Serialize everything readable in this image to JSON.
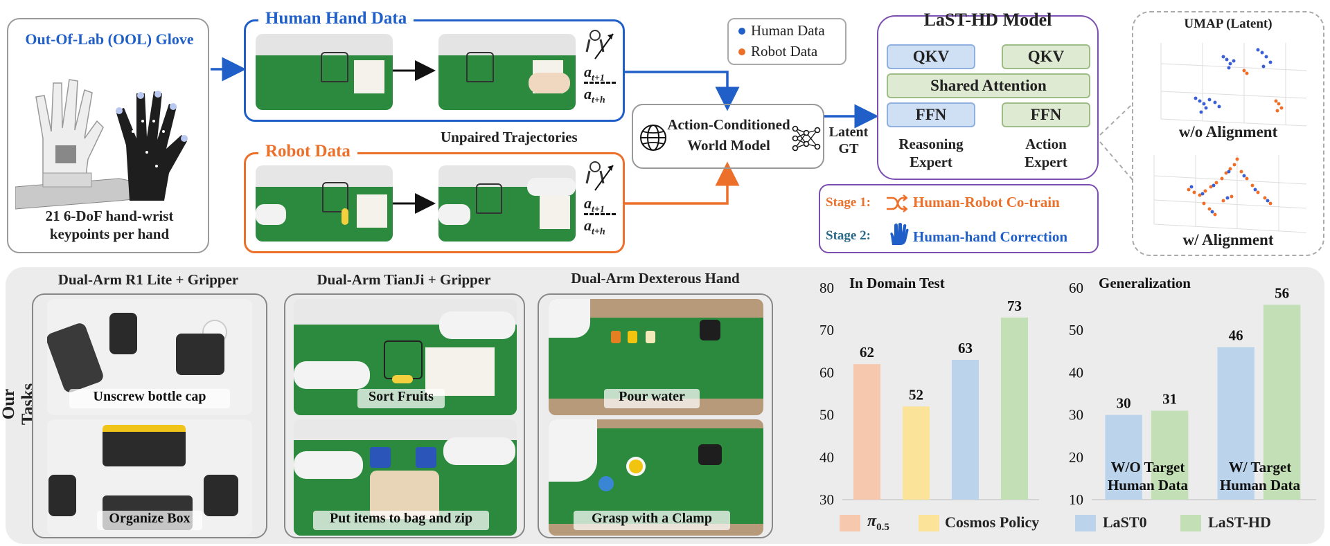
{
  "glove": {
    "title": "Out-Of-Lab (OOL) Glove",
    "caption_line1": "21 6-DoF hand-wrist",
    "caption_line2": "keypoints per hand"
  },
  "human_data": {
    "title": "Human Hand Data",
    "action_t1": "a",
    "sub_t1": "t+1",
    "sub_th": "t+h"
  },
  "robot_data": {
    "title": "Robot Data"
  },
  "unpaired_label": "Unpaired Trajectories",
  "legend": {
    "human": "Human Data",
    "robot": "Robot Data",
    "human_color": "#1f5fc7",
    "robot_color": "#ec6f2a"
  },
  "world_model": {
    "line1": "Action-Conditioned",
    "line2": "World Model"
  },
  "latent_gt": {
    "line1": "Latent",
    "line2": "GT"
  },
  "model": {
    "title": "LaST-HD Model",
    "qkv": "QKV",
    "shared_attention": "Shared Attention",
    "ffn": "FFN",
    "reasoning_line1": "Reasoning",
    "reasoning_line2": "Expert",
    "action_line1": "Action",
    "action_line2": "Expert"
  },
  "stages": {
    "stage1_label": "Stage 1:",
    "stage1_text": "Human-Robot Co-train",
    "stage2_label": "Stage 2:",
    "stage2_text": "Human-hand Correction"
  },
  "umap": {
    "title": "UMAP (Latent)",
    "without": "w/o Alignment",
    "with": "w/  Alignment"
  },
  "tasks": {
    "side_label": "Our Tasks",
    "groups": [
      {
        "title": "Dual-Arm R1 Lite + Gripper",
        "tasks": [
          "Unscrew bottle cap",
          "Organize Box"
        ]
      },
      {
        "title": "Dual-Arm TianJi + Gripper",
        "tasks": [
          "Sort Fruits",
          "Put items to bag and zip"
        ]
      },
      {
        "title": "Dual-Arm Dexterous Hand",
        "tasks": [
          "Pour water",
          "Grasp with a Clamp"
        ]
      }
    ]
  },
  "chart_data": [
    {
      "type": "bar",
      "title": "In Domain Test",
      "categories": [
        "π0.5",
        "Cosmos Policy",
        "LaST0",
        "LaST-HD"
      ],
      "values": [
        62,
        52,
        63,
        73
      ],
      "ylim": [
        30,
        80
      ],
      "yticks": [
        30,
        40,
        50,
        60,
        70,
        80
      ],
      "colors": [
        "#f6c8ad",
        "#fbe39a",
        "#bcd3ec",
        "#c3dfb5"
      ]
    },
    {
      "type": "bar",
      "title": "Generalization",
      "categories": [
        "W/O Target Human Data",
        "W/ Target Human Data"
      ],
      "series": [
        {
          "name": "LaST0",
          "values": [
            30,
            46
          ]
        },
        {
          "name": "LaST-HD",
          "values": [
            31,
            56
          ]
        }
      ],
      "ylim": [
        10,
        60
      ],
      "yticks": [
        10,
        20,
        30,
        40,
        50,
        60
      ],
      "group_labels": [
        [
          "W/O Target",
          "Human Data"
        ],
        [
          "W/ Target",
          "Human Data"
        ]
      ],
      "colors": [
        "#bcd3ec",
        "#c3dfb5"
      ]
    }
  ],
  "chart_legend": [
    {
      "label": "π",
      "sub": "0.5",
      "color": "#f6c8ad"
    },
    {
      "label": "Cosmos Policy",
      "color": "#fbe39a"
    },
    {
      "label": "LaST0",
      "color": "#bcd3ec"
    },
    {
      "label": "LaST-HD",
      "color": "#c3dfb5"
    }
  ]
}
